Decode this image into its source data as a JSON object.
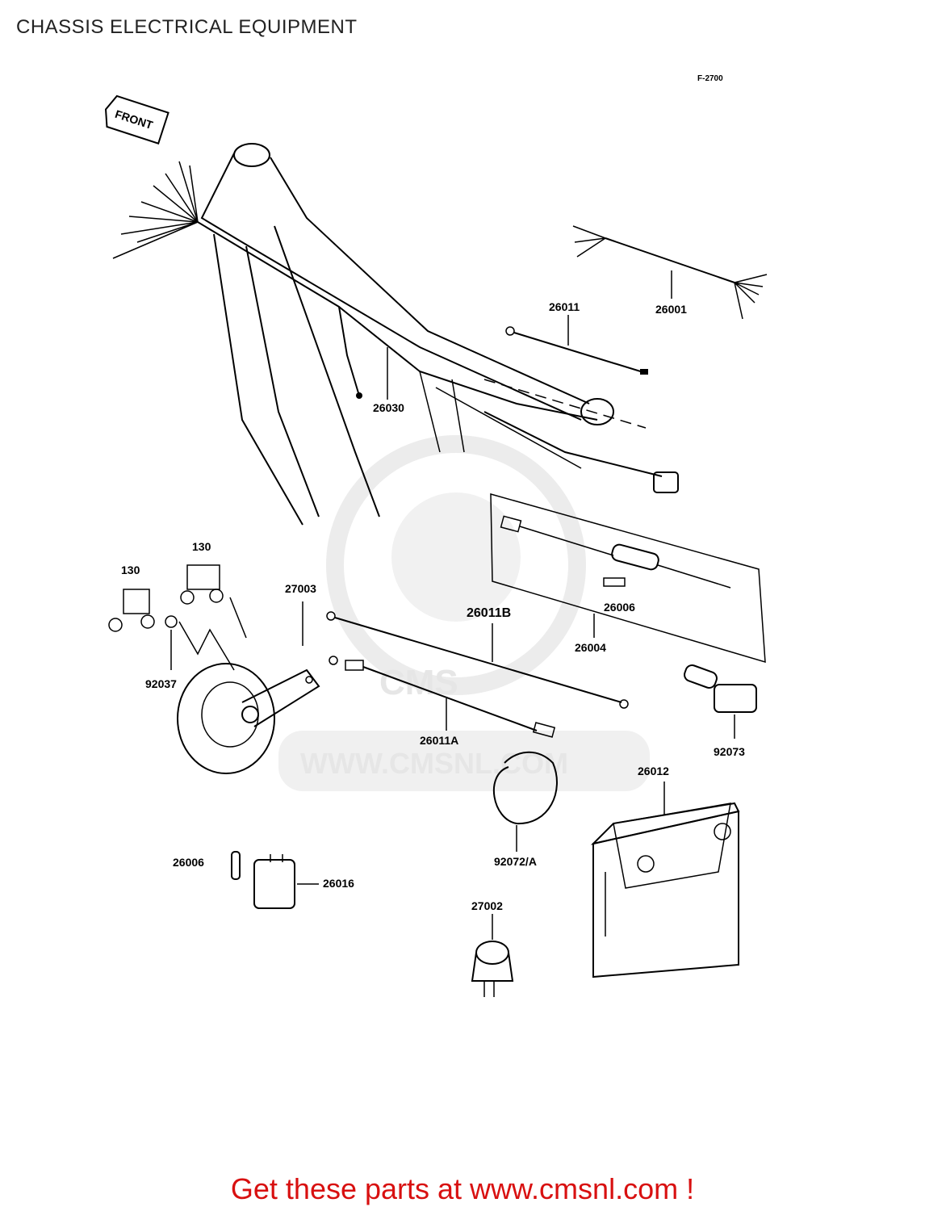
{
  "page_title": "CHASSIS ELECTRICAL EQUIPMENT",
  "figure_code": "F-2700",
  "front_tag": "FRONT",
  "watermark": {
    "brand": "CMS",
    "url": "WWW.CMSNL.COM"
  },
  "parts": {
    "p26001": "26001",
    "p26011": "26011",
    "p26030": "26030",
    "p26006_top": "26006",
    "p26004": "26004",
    "p26011B": "26011B",
    "p26011A": "26011A",
    "p27003": "27003",
    "p130_a": "130",
    "p130_b": "130",
    "p92037": "92037",
    "p92073": "92073",
    "p26012": "26012",
    "p92072A": "92072/A",
    "p26006_bottom": "26006",
    "p26016": "26016",
    "p27002": "27002"
  },
  "footer_text": "Get these parts at www.cmsnl.com !"
}
